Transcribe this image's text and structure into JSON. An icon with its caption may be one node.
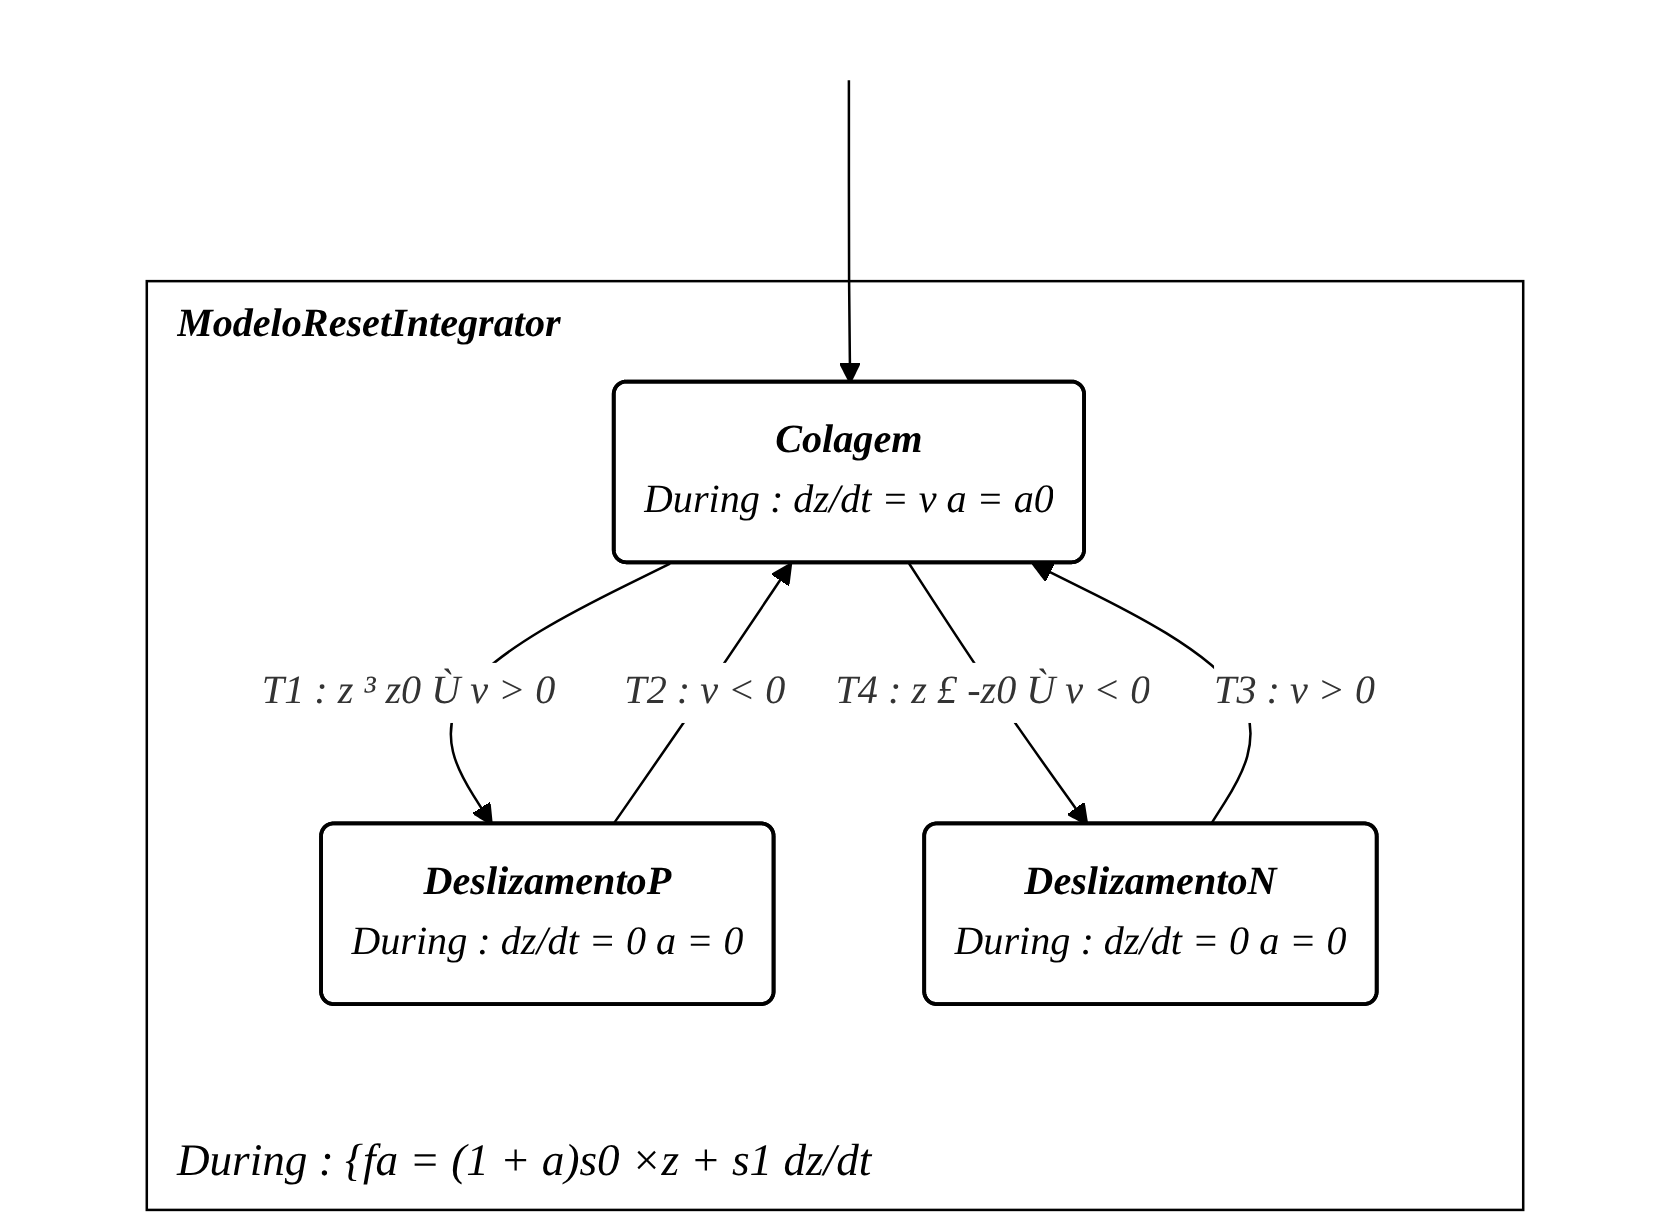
{
  "diagram": {
    "nodes": [
      {
        "text": [
          "ModeloResetIntegrator",
          "During : {fa = (1 + a)s0 ×z + s1 dz/dt"
        ]
      },
      {
        "text": [
          "Colagem",
          "During : dz/dt = v a = a0"
        ],
        "in": 0
      },
      {
        "text": [
          "DeslizamentoP",
          "During : dz/dt = 0 a = 0"
        ],
        "in": 0
      },
      {
        "text": [
          "DeslizamentoN",
          "During : dz/dt = 0 a = 0"
        ],
        "in": 0
      }
    ],
    "edges": [
      {
        "from": null,
        "to": 1,
        "arrow": "to"
      },
      {
        "from": 1,
        "to": 2,
        "arrow": "to",
        "label": "T1 : z ³ z0 Ù v > 0"
      },
      {
        "from": 2,
        "to": 1,
        "arrow": "to",
        "label": "T2 : v < 0"
      },
      {
        "from": 3,
        "to": 1,
        "arrow": "to",
        "label": "T3 : v > 0"
      },
      {
        "from": 1,
        "to": 3,
        "arrow": "to",
        "label": "T4 : z £ -z0 Ù v < 0"
      }
    ]
  }
}
